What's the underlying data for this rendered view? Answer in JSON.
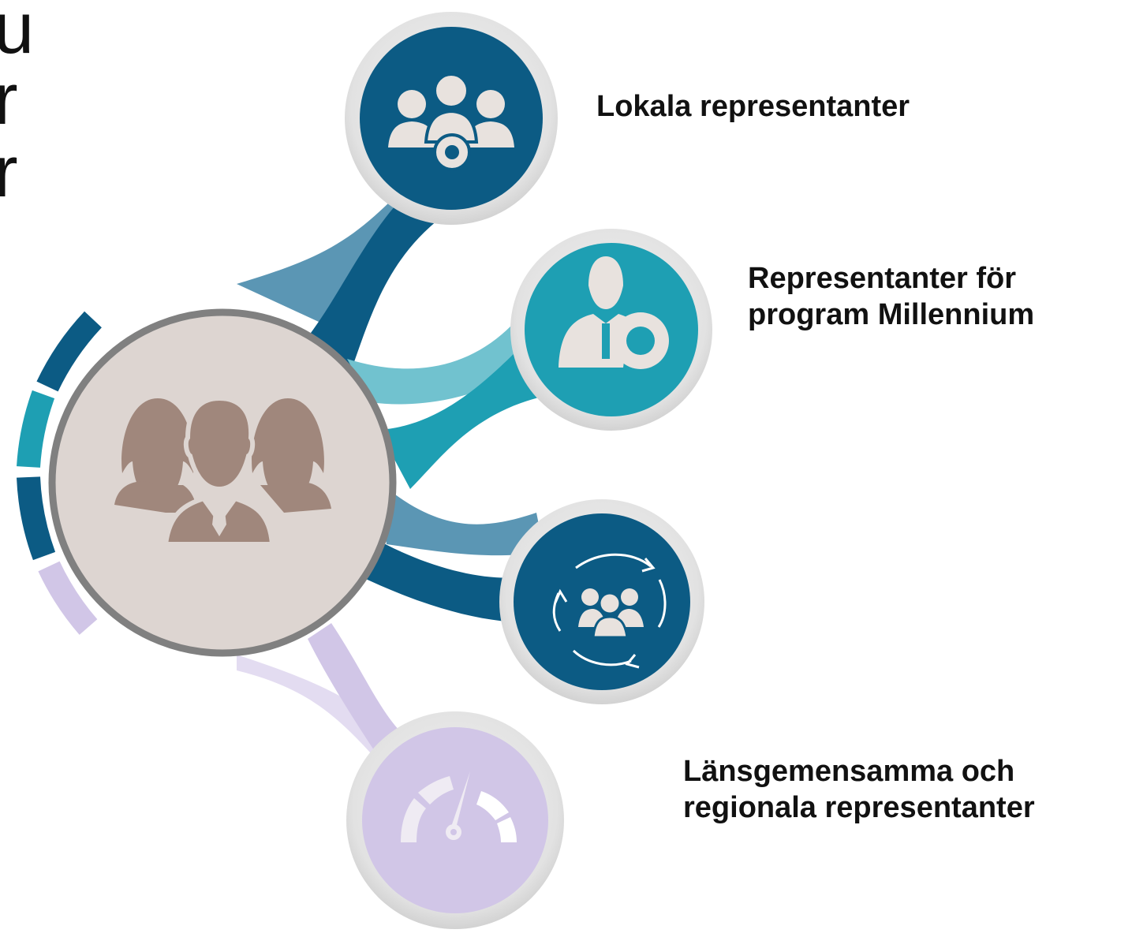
{
  "colors": {
    "dark_blue": "#0c5b84",
    "teal": "#1e9fb3",
    "light_teal": "#71c2cf",
    "mid_blue": "#5b96b4",
    "lavender": "#d1c6e7",
    "light_lavender": "#e3dcf1",
    "center_fill": "#ddd5d1",
    "center_ring": "#808080",
    "people_brown": "#a0877c",
    "white": "#ffffff"
  },
  "edge_text": {
    "line1": "u",
    "line2": "r",
    "line3": "r"
  },
  "center": {
    "icon": "people-group-icon"
  },
  "nodes": [
    {
      "icon": "team-gear-icon",
      "color": "#0c5b84",
      "label_line1": "Lokala representanter",
      "label_line2": ""
    },
    {
      "icon": "person-gear-icon",
      "color": "#1e9fb3",
      "label_line1": "Representanter för",
      "label_line2": "program Millennium"
    },
    {
      "icon": "team-cycle-icon",
      "color": "#0c5b84",
      "label_line1": "Länsgemensamma och",
      "label_line2": "regionala representanter"
    },
    {
      "icon": "speedometer-icon",
      "color": "#d1c6e7",
      "label_line1": "",
      "label_line2": ""
    }
  ]
}
